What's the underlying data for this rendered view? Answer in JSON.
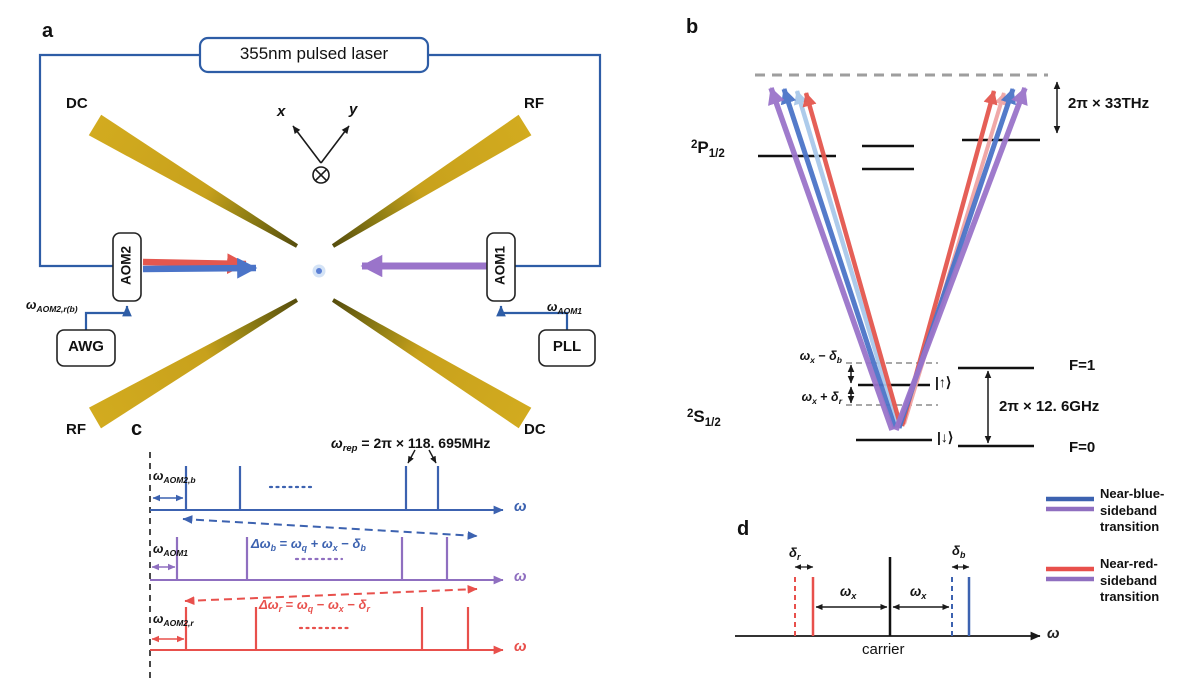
{
  "colors": {
    "circuit_blue": "#2e5da6",
    "comb_blue": "#3c62b0",
    "beam_blue": "#4b74c8",
    "light_blue": "#a9c9ea",
    "purple": "#8f6fc0",
    "red": "#e8504c",
    "pink": "#f0a4a4",
    "electrode_gold": "#c8a11c",
    "electrode_tip": "#564d0d",
    "virtual_level_gray": "#9e9e9e"
  },
  "panel_a": {
    "letter": "a",
    "laser": "355nm pulsed laser",
    "electrodes": {
      "top_left": "DC",
      "top_right": "RF",
      "bottom_left": "RF",
      "bottom_right": "DC"
    },
    "axis_x": "x",
    "axis_y": "y",
    "aom2": "AOM2",
    "aom1": "AOM1",
    "awg": "AWG",
    "pll": "PLL",
    "freq_aom2": [
      [
        "ω",
        "i"
      ],
      [
        "AOM2,r(b)",
        "sub i"
      ]
    ],
    "freq_aom1": [
      [
        "ω",
        "i"
      ],
      [
        "AOM1",
        "sub i"
      ]
    ]
  },
  "panel_b": {
    "letter": "b",
    "p_level": [
      [
        "2",
        "sup"
      ],
      [
        "P",
        ""
      ],
      [
        "1/2",
        "sub"
      ]
    ],
    "s_level": [
      [
        "2",
        "sup"
      ],
      [
        "S",
        ""
      ],
      [
        "1/2",
        "sub"
      ]
    ],
    "thz": "2π × 33THz",
    "ghz": "2π × 12. 6GHz",
    "wx_minus_db": [
      [
        "ω",
        "i"
      ],
      [
        "x",
        "sub i"
      ],
      [
        " − ",
        ""
      ],
      [
        "δ",
        "i"
      ],
      [
        "b",
        "sub i"
      ]
    ],
    "wx_plus_dr": [
      [
        "ω",
        "i"
      ],
      [
        "x",
        "sub i"
      ],
      [
        " + ",
        ""
      ],
      [
        "δ",
        "i"
      ],
      [
        "r",
        "sub i"
      ]
    ],
    "up_state": "|↑⟩",
    "down_state": "|↓⟩",
    "f1": "F=1",
    "f0": "F=0"
  },
  "panel_c": {
    "letter": "c",
    "omega_rep": [
      [
        "ω",
        "i"
      ],
      [
        "rep",
        "sub i"
      ],
      [
        " = 2π × 118. 695MHz",
        ""
      ]
    ],
    "omega_aom2b": [
      [
        "ω",
        "i"
      ],
      [
        "AOM2,b",
        "sub i"
      ]
    ],
    "omega_aom1": [
      [
        "ω",
        "i"
      ],
      [
        "AOM1",
        "sub i"
      ]
    ],
    "omega_aom2r": [
      [
        "ω",
        "i"
      ],
      [
        "AOM2,r",
        "sub i"
      ]
    ],
    "delta_omega_b": [
      [
        "Δω",
        "i"
      ],
      [
        "b",
        "sub i"
      ],
      [
        " = ",
        ""
      ],
      [
        "ω",
        "i"
      ],
      [
        "q",
        "sub i"
      ],
      [
        " + ",
        ""
      ],
      [
        "ω",
        "i"
      ],
      [
        "x",
        "sub i"
      ],
      [
        " − ",
        ""
      ],
      [
        "δ",
        "i"
      ],
      [
        "b",
        "sub i"
      ]
    ],
    "delta_omega_r": [
      [
        "Δω",
        "i"
      ],
      [
        "r",
        "sub i"
      ],
      [
        " = ",
        ""
      ],
      [
        "ω",
        "i"
      ],
      [
        "q",
        "sub i"
      ],
      [
        " − ",
        ""
      ],
      [
        "ω",
        "i"
      ],
      [
        "x",
        "sub i"
      ],
      [
        " − ",
        ""
      ],
      [
        "δ",
        "i"
      ],
      [
        "r",
        "sub i"
      ]
    ],
    "omega_axis": "ω"
  },
  "panel_d": {
    "letter": "d",
    "delta_r": [
      [
        "δ",
        "i"
      ],
      [
        "r",
        "sub i"
      ]
    ],
    "delta_b": [
      [
        "δ",
        "i"
      ],
      [
        "b",
        "sub i"
      ]
    ],
    "omega_x": [
      [
        "ω",
        "i"
      ],
      [
        "x",
        "sub i"
      ]
    ],
    "carrier": "carrier",
    "omega_axis": "ω"
  },
  "legend": {
    "blue_sideband": "Near-blue-sideband transition",
    "red_sideband": "Near-red-sideband transition"
  }
}
